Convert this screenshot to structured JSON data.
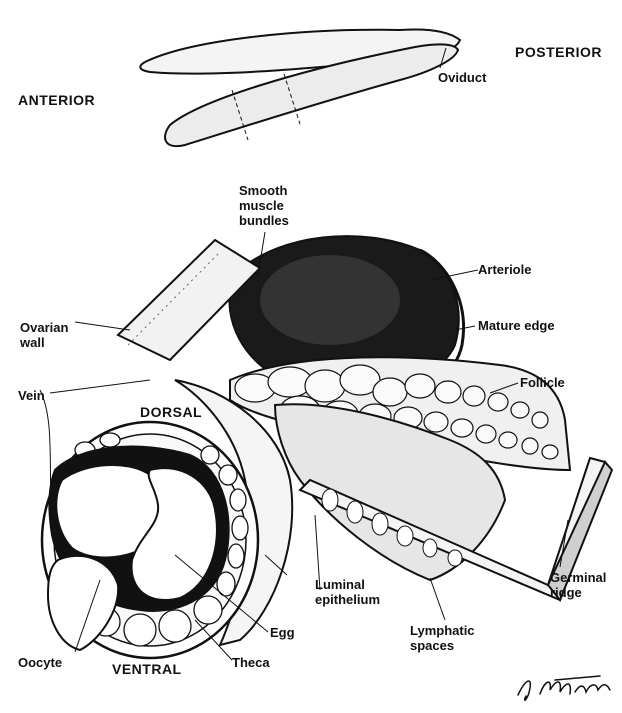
{
  "labels": {
    "anterior": "ANTERIOR",
    "posterior": "POSTERIOR",
    "oviduct": "Oviduct",
    "smooth_muscle": "Smooth\nmuscle\nbundles",
    "arteriole": "Arteriole",
    "ovarian_wall": "Ovarian\nwall",
    "mature_edge": "Mature  edge",
    "follicle": "Follicle",
    "vein": "Vein",
    "dorsal": "DORSAL",
    "luminal": "Luminal\nepithelium",
    "germinal": "Germinal\nridge",
    "egg": "Egg",
    "lymphatic": "Lymphatic\nspaces",
    "oocyte": "Oocyte",
    "ventral": "VENTRAL",
    "theca": "Theca"
  },
  "signature": "L. Miletich"
}
